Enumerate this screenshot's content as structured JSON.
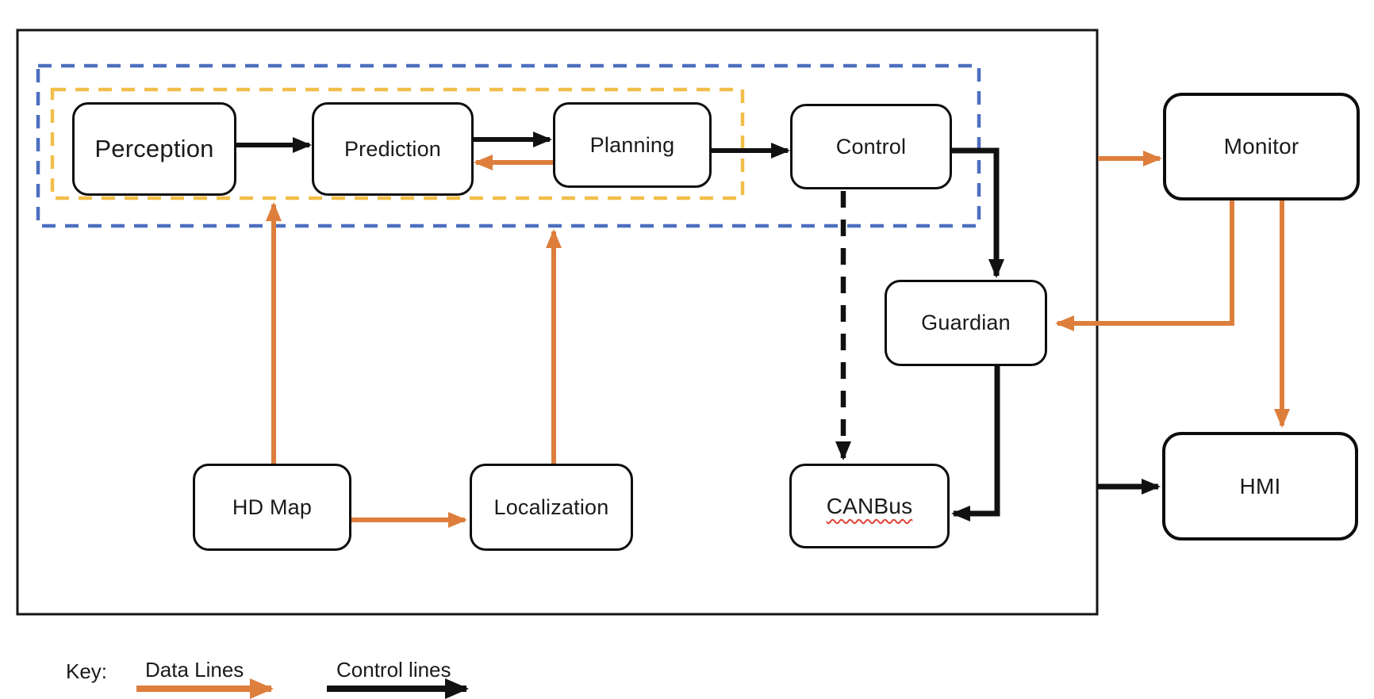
{
  "colors": {
    "data_line": "#DD7E3C",
    "control_line": "#111111",
    "group_outer_border": "#4D6FBF",
    "group_inner_border": "#F2BE4A",
    "node_border": "#0D0D0D",
    "spellcheck_underline": "#E04338"
  },
  "nodes": {
    "perception": {
      "label": "Perception"
    },
    "prediction": {
      "label": "Prediction"
    },
    "planning": {
      "label": "Planning"
    },
    "control": {
      "label": "Control"
    },
    "monitor": {
      "label": "Monitor"
    },
    "guardian": {
      "label": "Guardian"
    },
    "canbus": {
      "label": "CANBus"
    },
    "hd_map": {
      "label": "HD Map"
    },
    "localization": {
      "label": "Localization"
    },
    "hmi": {
      "label": "HMI"
    }
  },
  "key": {
    "title": "Key:",
    "data_lines_label": "Data Lines",
    "control_lines_label": "Control lines"
  },
  "edges": [
    {
      "from": "Perception",
      "to": "Prediction",
      "type": "control",
      "style": "solid"
    },
    {
      "from": "Prediction",
      "to": "Planning",
      "type": "control",
      "style": "solid"
    },
    {
      "from": "Planning",
      "to": "Prediction",
      "type": "data",
      "style": "solid"
    },
    {
      "from": "Planning",
      "to": "Control",
      "type": "control",
      "style": "solid"
    },
    {
      "from": "Control",
      "to": "Guardian",
      "type": "control",
      "style": "solid"
    },
    {
      "from": "Control",
      "to": "CANBus",
      "type": "control",
      "style": "dashed"
    },
    {
      "from": "Guardian",
      "to": "CANBus",
      "type": "control",
      "style": "solid"
    },
    {
      "from": "system-boundary",
      "to": "Monitor",
      "type": "data",
      "style": "solid"
    },
    {
      "from": "Monitor",
      "to": "Guardian",
      "type": "data",
      "style": "solid"
    },
    {
      "from": "Monitor",
      "to": "HMI",
      "type": "data",
      "style": "solid"
    },
    {
      "from": "system-boundary",
      "to": "HMI",
      "type": "control",
      "style": "solid"
    },
    {
      "from": "HD Map",
      "to": "inner-module-group",
      "type": "data",
      "style": "solid"
    },
    {
      "from": "Localization",
      "to": "outer-module-group",
      "type": "data",
      "style": "solid"
    },
    {
      "from": "HD Map",
      "to": "Localization",
      "type": "data",
      "style": "solid"
    }
  ]
}
